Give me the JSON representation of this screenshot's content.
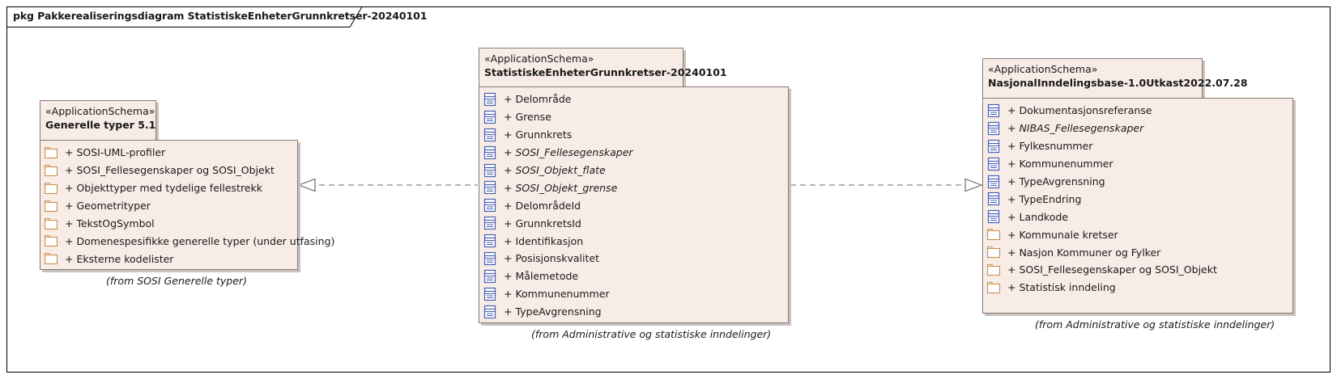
{
  "frame": {
    "title": "pkg Pakkerealiseringsdiagram StatistiskeEnheterGrunnkretser-20240101"
  },
  "packages": {
    "generelle": {
      "stereotype": "«ApplicationSchema»",
      "name": "Generelle typer 5.1",
      "items": [
        {
          "label": "+ SOSI-UML-profiler",
          "kind": "package-icon"
        },
        {
          "label": "+ SOSI_Fellesegenskaper og SOSI_Objekt",
          "kind": "package-icon"
        },
        {
          "label": "+ Objekttyper med tydelige fellestrekk",
          "kind": "package-icon"
        },
        {
          "label": "+ Geometrityper",
          "kind": "package-icon"
        },
        {
          "label": "+ TekstOgSymbol",
          "kind": "package-icon"
        },
        {
          "label": "+ Domenespesifikke generelle typer (under utfasing)",
          "kind": "package-icon"
        },
        {
          "label": "+ Eksterne kodelister",
          "kind": "package-icon"
        }
      ],
      "from": "(from SOSI Generelle typer)"
    },
    "statistiske": {
      "stereotype": "«ApplicationSchema»",
      "name": "StatistiskeEnheterGrunnkretser-20240101",
      "items": [
        {
          "label": "+ Delområde",
          "kind": "class-icon"
        },
        {
          "label": "+ Grense",
          "kind": "class-icon"
        },
        {
          "label": "+ Grunnkrets",
          "kind": "class-icon"
        },
        {
          "label": "+ SOSI_Fellesegenskaper",
          "kind": "class-icon",
          "italic": true
        },
        {
          "label": "+ SOSI_Objekt_flate",
          "kind": "class-icon",
          "italic": true
        },
        {
          "label": "+ SOSI_Objekt_grense",
          "kind": "class-icon",
          "italic": true
        },
        {
          "label": "+ DelområdeId",
          "kind": "class-icon"
        },
        {
          "label": "+ GrunnkretsId",
          "kind": "class-icon"
        },
        {
          "label": "+ Identifikasjon",
          "kind": "class-icon"
        },
        {
          "label": "+ Posisjonskvalitet",
          "kind": "class-icon"
        },
        {
          "label": "+ Målemetode",
          "kind": "class-icon"
        },
        {
          "label": "+ Kommunenummer",
          "kind": "class-icon"
        },
        {
          "label": "+ TypeAvgrensning",
          "kind": "class-icon"
        }
      ],
      "from": "(from Administrative og statistiske inndelinger)"
    },
    "nasjonal": {
      "stereotype": "«ApplicationSchema»",
      "name": "NasjonalInndelingsbase-1.0Utkast2022.07.28",
      "items": [
        {
          "label": "+ Dokumentasjonsreferanse",
          "kind": "class-icon"
        },
        {
          "label": "+ NIBAS_Fellesegenskaper",
          "kind": "class-icon",
          "italic": true
        },
        {
          "label": "+ Fylkesnummer",
          "kind": "class-icon"
        },
        {
          "label": "+ Kommunenummer",
          "kind": "class-icon"
        },
        {
          "label": "+ TypeAvgrensning",
          "kind": "class-icon"
        },
        {
          "label": "+ TypeEndring",
          "kind": "class-icon"
        },
        {
          "label": "+ Landkode",
          "kind": "class-icon"
        },
        {
          "label": "+ Kommunale kretser",
          "kind": "package-icon"
        },
        {
          "label": "+ Nasjon Kommuner og Fylker",
          "kind": "package-icon"
        },
        {
          "label": "+ SOSI_Fellesegenskaper og SOSI_Objekt",
          "kind": "package-icon"
        },
        {
          "label": "+ Statistisk inndeling",
          "kind": "package-icon"
        }
      ],
      "from": "(from Administrative og statistiske inndelinger)"
    }
  },
  "colors": {
    "fill": "#f8ece7",
    "border": "#8a7a72",
    "class_icon": "#4a5fb0",
    "package_icon": "#c9904a"
  }
}
